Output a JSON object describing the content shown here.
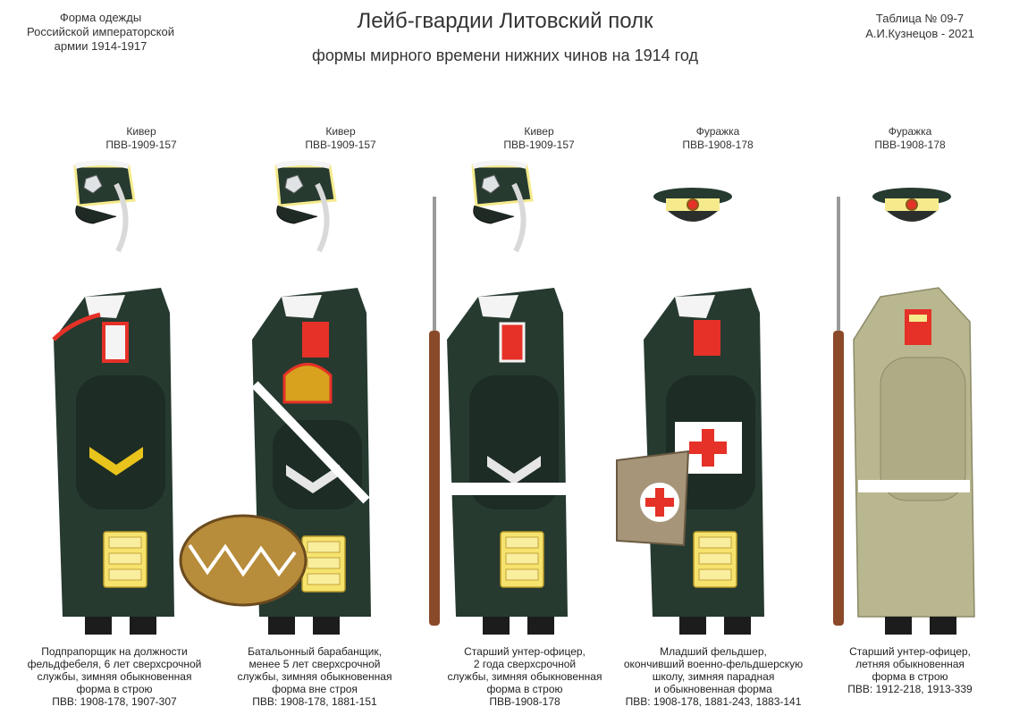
{
  "header": {
    "left_lines": [
      "Форма одежды",
      "Российской императорской",
      "армии  1914-1917"
    ],
    "title": "Лейб-гвардии Литовский полк",
    "subtitle": "формы мирного времени нижних чинов  на 1914 год",
    "right_lines": [
      "Таблица № 09-7",
      "А.И.Кузнецов - 2021"
    ]
  },
  "colors": {
    "tunic": "#263a30",
    "piping_yellow": "#f5ea8c",
    "collar_white": "#f4f4f4",
    "shoulder_red": "#e53127",
    "summer_khaki": "#b9b78f",
    "belt_white": "#ffffff",
    "rifle_wood": "#8a4a2a",
    "cartridge_yellow": "#f6e36e",
    "drum_brass": "#b78c3a"
  },
  "figures": [
    {
      "headgear_label": "Кивер",
      "headgear_code": "ПВВ-1909-157",
      "caption_lines": [
        "Подпрапорщик на должности",
        "фельдфебеля,  6 лет сверхсрочной",
        "службы, зимняя обыкновенная",
        "форма в строю",
        "ПВВ: 1908-178, 1907-307"
      ]
    },
    {
      "headgear_label": "Кивер",
      "headgear_code": "ПВВ-1909-157",
      "caption_lines": [
        "Батальонный барабанщик,",
        "менее 5 лет сверхсрочной",
        "службы, зимняя обыкновенная",
        "форма вне строя",
        "ПВВ: 1908-178, 1881-151"
      ]
    },
    {
      "headgear_label": "Кивер",
      "headgear_code": "ПВВ-1909-157",
      "caption_lines": [
        "Старший унтер-офицер,",
        "2 года сверхсрочной",
        "службы, зимняя обыкновенная",
        "форма в строю",
        "ПВВ-1908-178"
      ]
    },
    {
      "headgear_label": "Фуражка",
      "headgear_code": "ПВВ-1908-178",
      "caption_lines": [
        "Младший фельдшер,",
        "окончивший военно-фельдшерскую",
        "школу, зимняя парадная",
        "и обыкновенная форма",
        "ПВВ: 1908-178, 1881-243, 1883-141"
      ]
    },
    {
      "headgear_label": "Фуражка",
      "headgear_code": "ПВВ-1908-178",
      "caption_lines": [
        "Старший унтер-офицер,",
        "летняя обыкновенная",
        "форма в строю",
        "ПВВ: 1912-218, 1913-339"
      ]
    }
  ]
}
